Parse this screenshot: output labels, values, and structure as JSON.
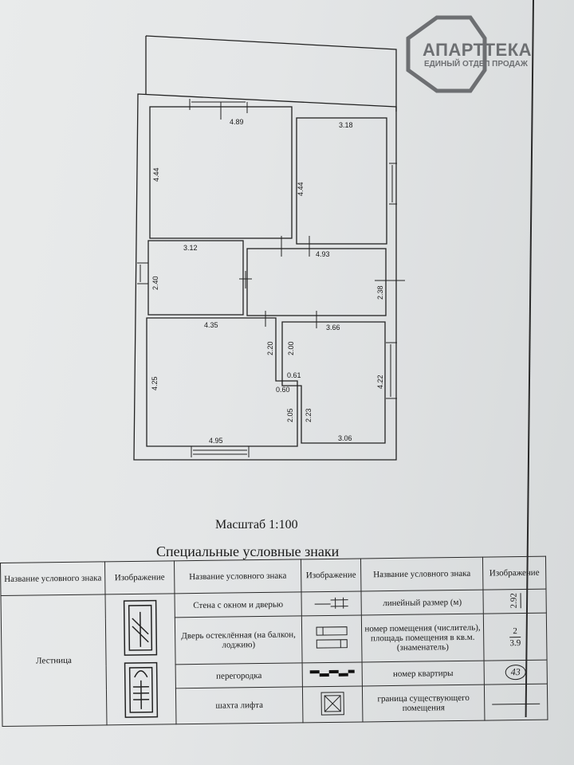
{
  "logo": {
    "name": "АПАРТТЕКА",
    "subtitle": "ЕДИНЫЙ ОТДЕЛ ПРОДАЖ",
    "color": "#6d6f72"
  },
  "plan": {
    "dimensions": [
      "4.89",
      "3.18",
      "4.44",
      "4.44",
      "3.12",
      "4.93",
      "2.40",
      "2.38",
      "4.35",
      "3.66",
      "2.20",
      "2.00",
      "0.61",
      "0.60",
      "4.25",
      "4.22",
      "2.05",
      "2.23",
      "4.95",
      "3.06"
    ]
  },
  "scale_label": "Масштаб 1:100",
  "legend": {
    "title": "Специальные условные знаки",
    "headers": [
      "Название условного знака",
      "Изображение",
      "Название условного знака",
      "Изображение",
      "Название условного знака",
      "Изображение"
    ],
    "items": {
      "stair": "Лестница",
      "wall_window_door": "Стена с окном и дверью",
      "glazed_door": "Дверь остеклённая (на балкон, лоджию)",
      "partition": "перегородка",
      "elevator_shaft": "шахта лифта",
      "linear_size": "линейный размер (м)",
      "linear_size_sample": "2.92",
      "room_number": "номер помещения (числитель), площадь помещения в кв.м. (знаменатель)",
      "room_number_num": "2",
      "room_number_den": "3.9",
      "apartment_number": "номер квартиры",
      "apartment_number_sample": "43",
      "existing_boundary": "граница существующего помещения"
    }
  }
}
